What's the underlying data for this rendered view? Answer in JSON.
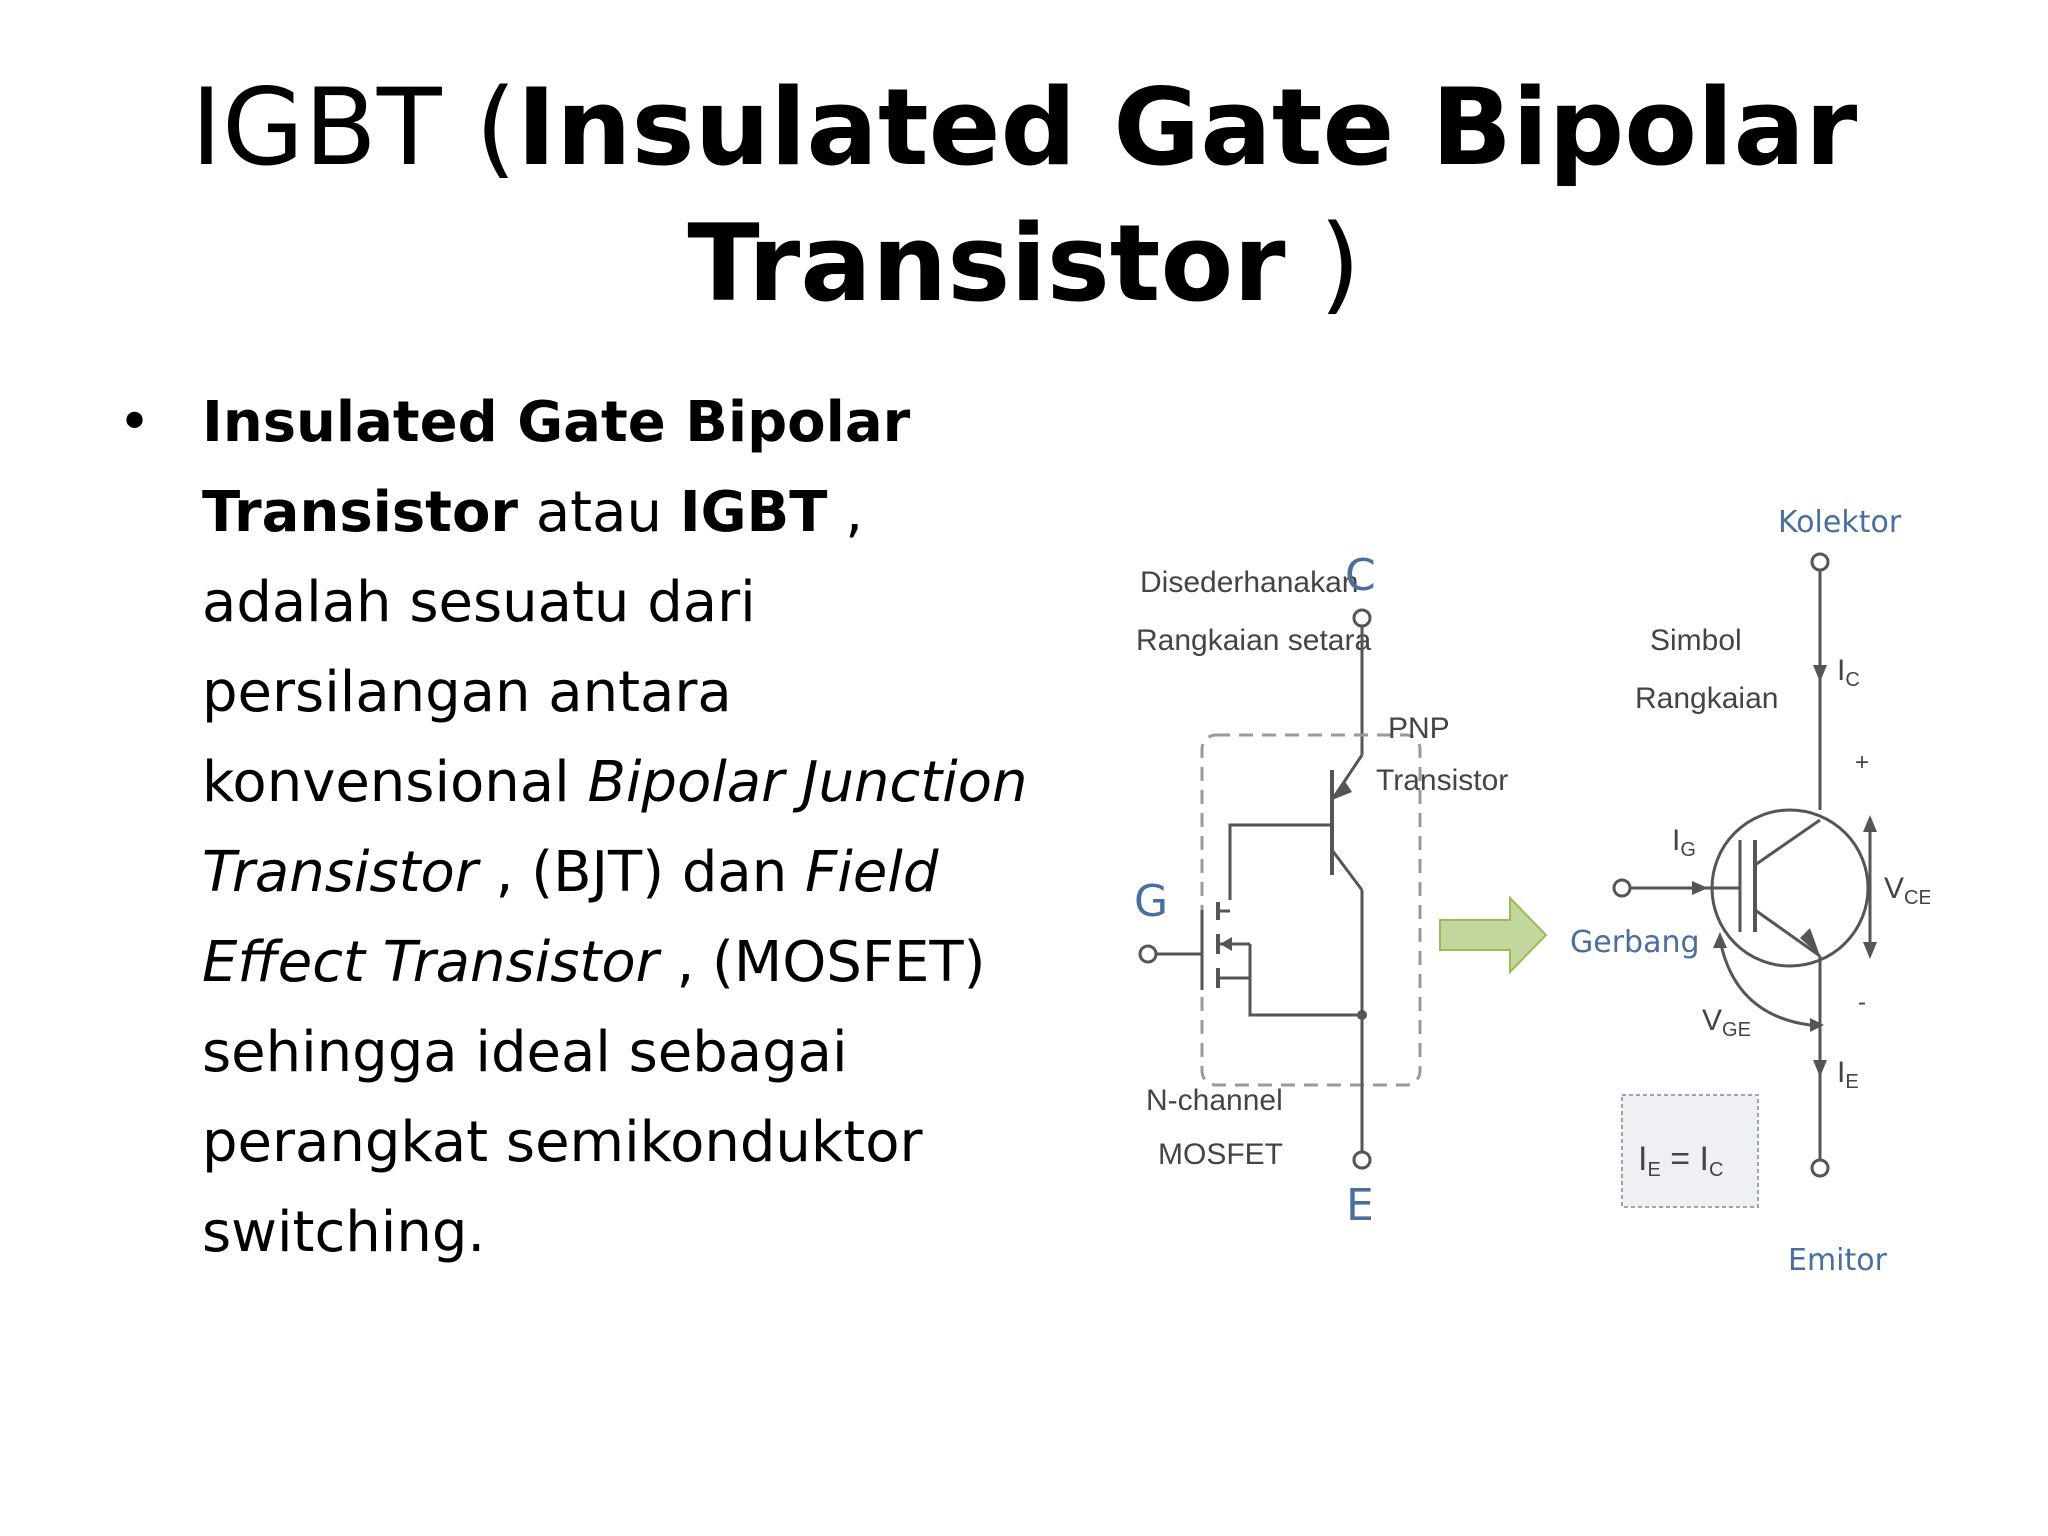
{
  "title": {
    "prefix": "IGBT (",
    "bold": "Insulated Gate Bipolar Transistor",
    "suffix": " )"
  },
  "bullet": {
    "p1_bold": "Insulated Gate Bipolar Transistor",
    "p2": " atau  ",
    "p3_bold": "IGBT",
    "p4": " , adalah sesuatu dari persilangan antara konvensional ",
    "p5_italic": "Bipolar Junction Transistor",
    "p6": " , (BJT) dan ",
    "p7_italic": "Field Effect Transistor",
    "p8": " , (MOSFET) sehingga ideal sebagai perangkat semikonduktor switching."
  },
  "diagram": {
    "equiv_label_1": "Disederhanakan",
    "equiv_label_2": "Rangkaian setara",
    "c_label": "C",
    "g_label": "G",
    "e_label": "E",
    "pnp_label_1": "PNP",
    "pnp_label_2": "Transistor",
    "mosfet_label_1": "N-channel",
    "mosfet_label_2": "MOSFET",
    "symbol_label_1": "Simbol",
    "symbol_label_2": "Rangkaian",
    "kolektor_label": "Kolektor",
    "emitor_label": "Emitor",
    "gerbang_label": "Gerbang",
    "ic_label": "I",
    "ic_sub": "C",
    "ie_label": "I",
    "ie_sub": "E",
    "ig_label": "I",
    "ig_sub": "G",
    "vce_label": "V",
    "vce_sub": "CE",
    "vge_label": "V",
    "vge_sub": "GE",
    "plus_sign": "+",
    "minus_sign": "-",
    "eq_lhs": "I",
    "eq_lhs_sub": "E",
    "eq_mid": " = ",
    "eq_rhs": "I",
    "eq_rhs_sub": "C"
  }
}
